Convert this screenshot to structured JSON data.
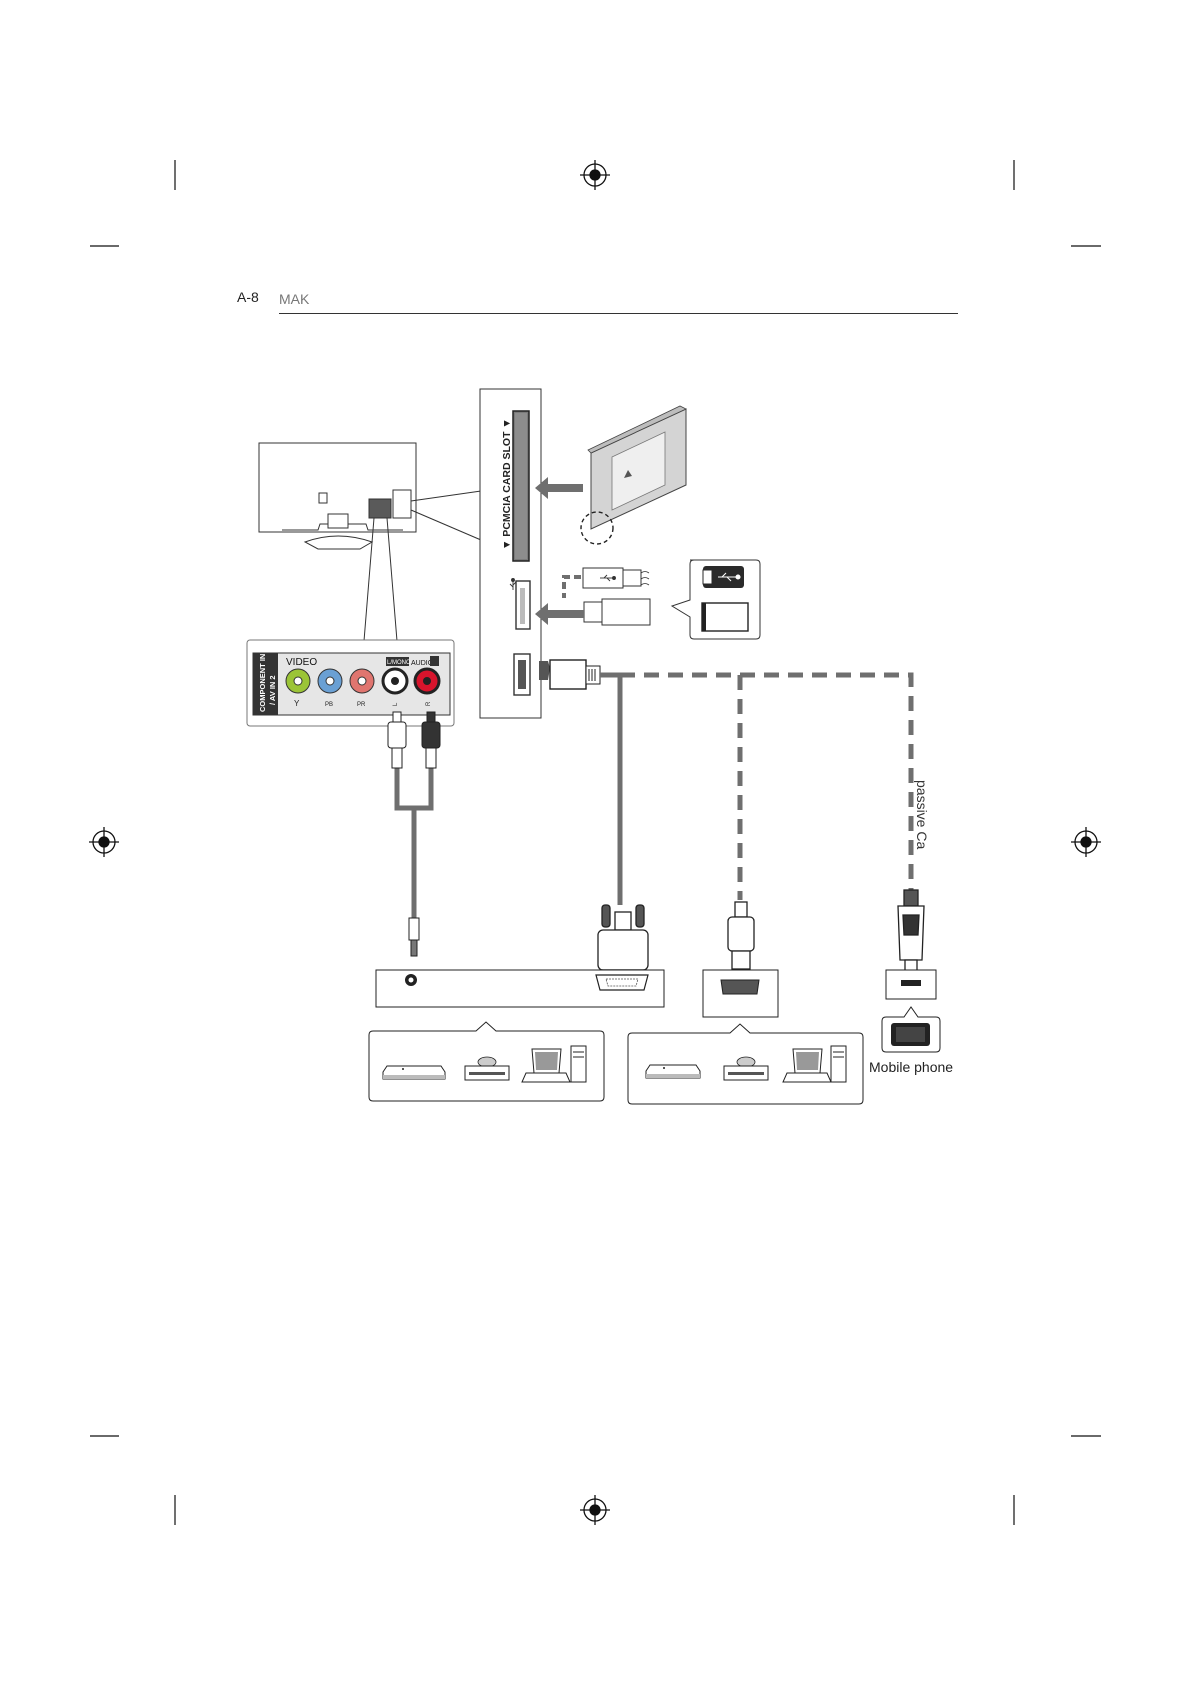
{
  "header": {
    "page_code": "A-8",
    "section": "MAK"
  },
  "colors": {
    "cable": "#6f6f6f",
    "outline": "#333333",
    "panel_fill": "#e6e6e6",
    "jack_red": "#d8142c",
    "jack_green": "#9bc437",
    "jack_blue": "#6aa0d4",
    "jack_pink": "#e0756f"
  },
  "labels": {
    "pcmcia_slot": "▼ PCMCIA CARD SLOT ▼",
    "component_in": "COMPONENT IN",
    "av_in_2": "/ AV IN 2",
    "video": "VIDEO",
    "audio": "AUDIO",
    "mono": "L/MONO",
    "jack_y": "Y",
    "jack_pb": "PB",
    "jack_pr": "PR",
    "jack_l": "L",
    "jack_r": "R",
    "passive_cable": "passive Ca",
    "mobile_phone": "Mobile phone"
  },
  "icons": [
    "registration-mark-icon",
    "usb-drive-icon",
    "card-reader-icon",
    "dvd-player-icon",
    "disc-player-icon",
    "laptop-icon",
    "pc-tower-icon",
    "smartphone-icon",
    "ci-module-icon"
  ]
}
